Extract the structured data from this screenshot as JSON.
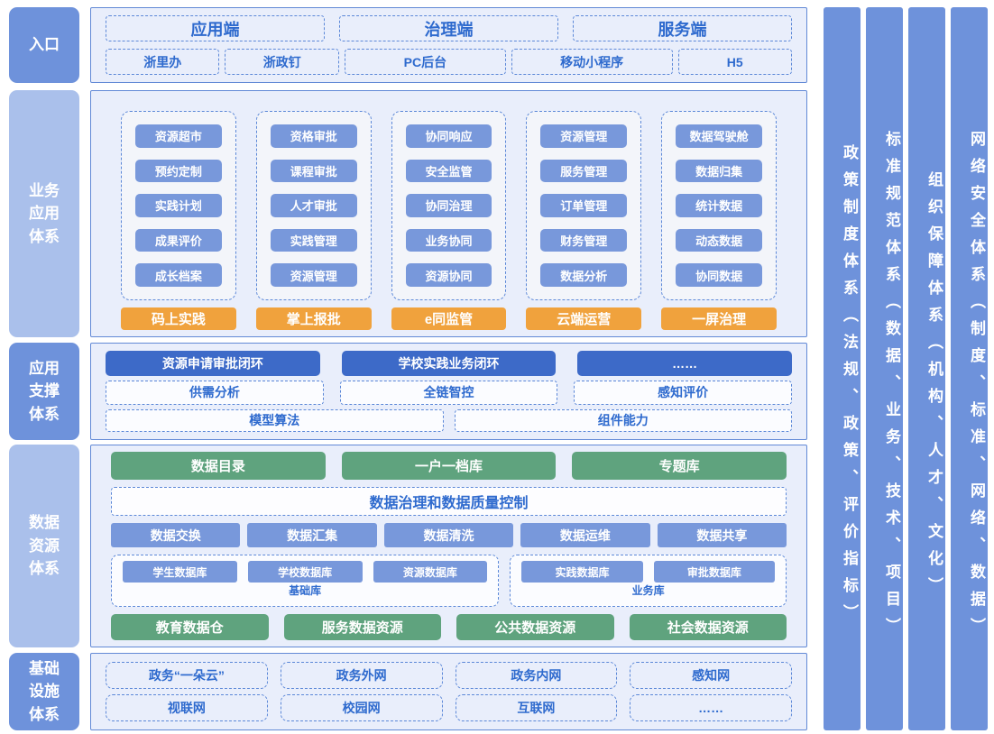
{
  "entry": {
    "label": "入口",
    "headers": [
      "应用端",
      "治理端",
      "服务端"
    ],
    "channels": [
      "浙里办",
      "浙政钉",
      "PC后台",
      "移动小程序",
      "H5"
    ]
  },
  "business": {
    "label": "业务应用体系",
    "columns": [
      {
        "items": [
          "资源超市",
          "预约定制",
          "实践计划",
          "成果评价",
          "成长档案"
        ],
        "footer": "码上实践"
      },
      {
        "items": [
          "资格审批",
          "课程审批",
          "人才审批",
          "实践管理",
          "资源管理"
        ],
        "footer": "掌上报批"
      },
      {
        "items": [
          "协同响应",
          "安全监管",
          "协同治理",
          "业务协同",
          "资源协同"
        ],
        "footer": "e同监管"
      },
      {
        "items": [
          "资源管理",
          "服务管理",
          "订单管理",
          "财务管理",
          "数据分析"
        ],
        "footer": "云端运营"
      },
      {
        "items": [
          "数据驾驶舱",
          "数据归集",
          "统计数据",
          "动态数据",
          "协同数据"
        ],
        "footer": "一屏治理"
      }
    ]
  },
  "support": {
    "label": "应用支撑体系",
    "closed_loops": [
      "资源申请审批闭环",
      "学校实践业务闭环",
      "……"
    ],
    "capabilities": [
      "供需分析",
      "全链智控",
      "感知评价"
    ],
    "engines": [
      "模型算法",
      "组件能力"
    ]
  },
  "data_layer": {
    "label": "数据资源体系",
    "catalogs": [
      "数据目录",
      "一户一档库",
      "专题库"
    ],
    "governance": "数据治理和数据质量控制",
    "operations": [
      "数据交换",
      "数据汇集",
      "数据清洗",
      "数据运维",
      "数据共享"
    ],
    "db_groups": [
      {
        "label": "基础库",
        "items": [
          "学生数据库",
          "学校数据库",
          "资源数据库"
        ]
      },
      {
        "label": "业务库",
        "items": [
          "实践数据库",
          "审批数据库"
        ]
      }
    ],
    "resources": [
      "教育数据仓",
      "服务数据资源",
      "公共数据资源",
      "社会数据资源"
    ]
  },
  "infra": {
    "label": "基础设施体系",
    "row1": [
      "政务“一朵云”",
      "政务外网",
      "政务内网",
      "感知网"
    ],
    "row2": [
      "视联网",
      "校园网",
      "互联网",
      "……"
    ]
  },
  "pillars": [
    "政策制度体系（法规、政策、评价指标）",
    "标准规范体系（数据、业务、技术、项目）",
    "组织保障体系（机构、人才、文化）",
    "网络安全体系（制度、标准、网络、数据）"
  ],
  "colors": {
    "accent_blue": "#6e92db",
    "light_blue_label": "#aac0eb",
    "container_bg": "#e9eefb",
    "container_border": "#6289d6",
    "dashed_border": "#5c88d8",
    "button_blue": "#7898db",
    "button_dark_blue": "#3d6ac8",
    "button_orange": "#f0a23d",
    "button_green": "#5fa37e",
    "text_blue": "#2e6ace"
  }
}
